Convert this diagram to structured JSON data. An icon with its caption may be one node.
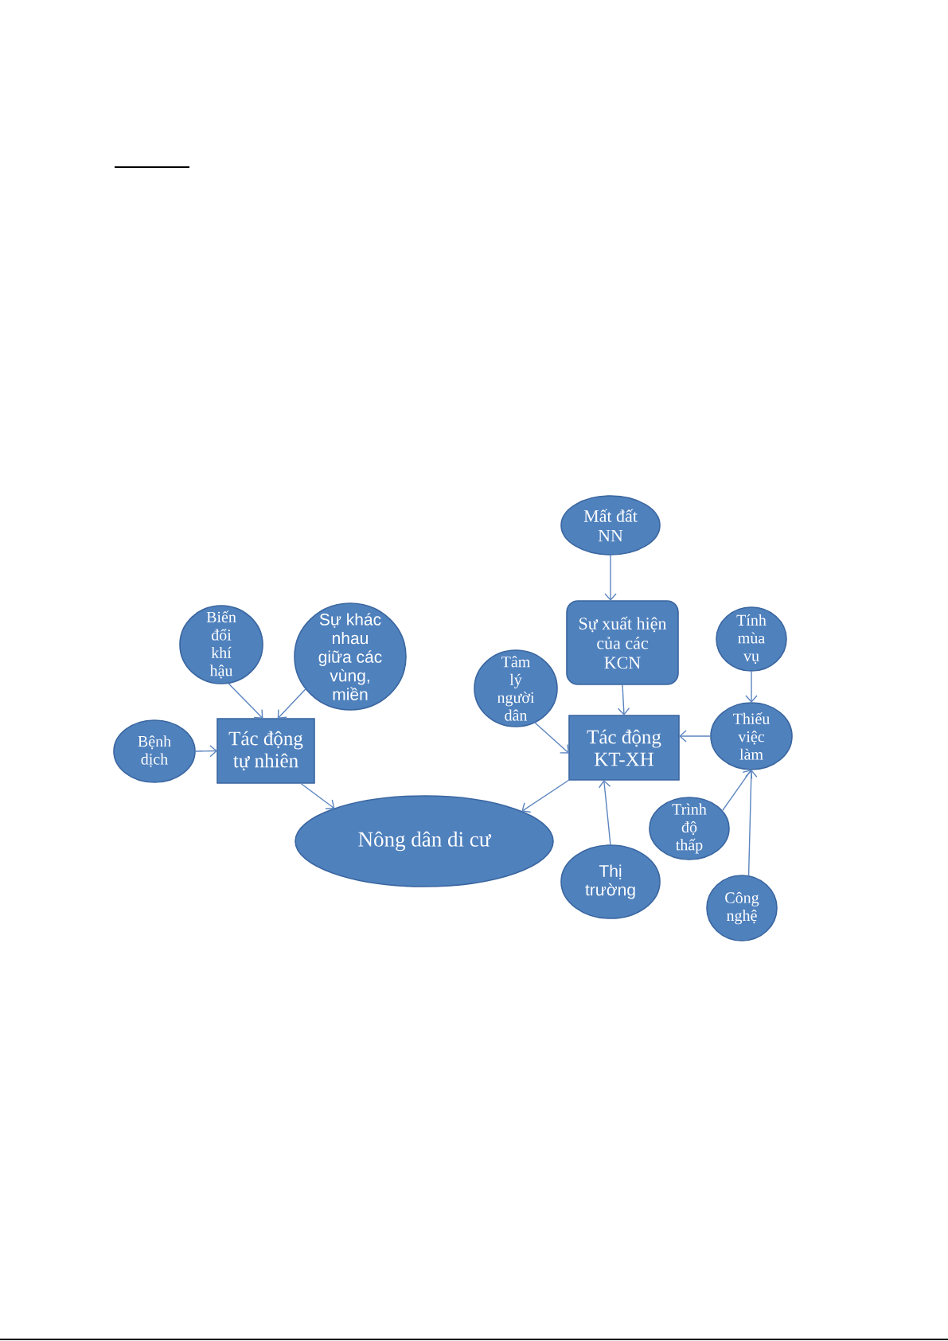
{
  "diagram": {
    "nodes": [
      {
        "text": [
          "Mất đất NN"
        ]
      },
      {
        "text": [
          "Biến đổi khí hậu"
        ]
      },
      {
        "text": [
          "Sự khác nhau giữa các vùng, miền"
        ]
      },
      {
        "text": [
          "Sự xuất hiện của các KCN"
        ]
      },
      {
        "text": [
          "Tính mùa vụ"
        ]
      },
      {
        "text": [
          "Tâm lý người dân"
        ]
      },
      {
        "text": [
          "Bệnh dịch"
        ]
      },
      {
        "text": [
          "Tác động tự nhiên"
        ]
      },
      {
        "text": [
          "Tác động KT-XH"
        ]
      },
      {
        "text": [
          "Thiếu việc làm"
        ]
      },
      {
        "text": [
          "Nông dân di cư"
        ]
      },
      {
        "text": [
          "Trình độ thấp"
        ]
      },
      {
        "text": [
          "Thị trường"
        ]
      },
      {
        "text": [
          "Công nghệ"
        ]
      }
    ],
    "edges": [
      {
        "from": 1,
        "to": 7,
        "arrow": "to"
      },
      {
        "from": 2,
        "to": 7,
        "arrow": "to"
      },
      {
        "from": 6,
        "to": 7,
        "arrow": "to"
      },
      {
        "from": 7,
        "to": 10,
        "arrow": "to"
      },
      {
        "from": 0,
        "to": 3,
        "arrow": "to"
      },
      {
        "from": 3,
        "to": 8,
        "arrow": "to"
      },
      {
        "from": 5,
        "to": 8,
        "arrow": "to"
      },
      {
        "from": 8,
        "to": 10,
        "arrow": "to"
      },
      {
        "from": 12,
        "to": 8,
        "arrow": "to"
      },
      {
        "from": 9,
        "to": 8,
        "arrow": "to"
      },
      {
        "from": 4,
        "to": 9,
        "arrow": "to"
      },
      {
        "from": 11,
        "to": 9,
        "arrow": "to"
      },
      {
        "from": 13,
        "to": 9,
        "arrow": "to"
      }
    ]
  }
}
